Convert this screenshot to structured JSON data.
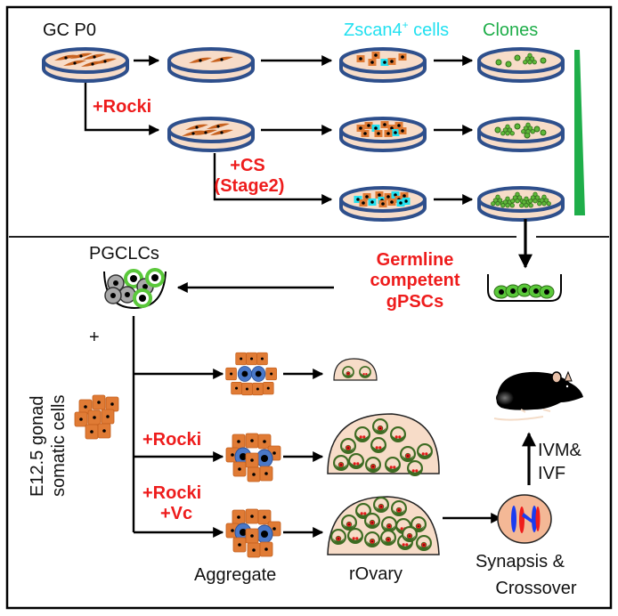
{
  "figure": {
    "type": "schematic",
    "top_panel": {
      "start_label": "GC P0",
      "column_headers": {
        "zscan4": {
          "text": "Zscan4",
          "superscript": "+",
          "suffix": " cells",
          "color": "#22e0f0"
        },
        "clones": {
          "text": "Clones",
          "color": "#1fae4a"
        }
      },
      "treatments": [
        {
          "label": "+Rocki",
          "color": "#ee1c1c"
        },
        {
          "label_lines": [
            "+CS",
            "(Stage2)"
          ],
          "color": "#ee1c1c"
        }
      ],
      "rows": [
        {
          "name": "baseline",
          "zscan4_cells": 1,
          "clone_clusters": 1
        },
        {
          "name": "rocki",
          "zscan4_cells": 2,
          "clone_clusters": 2
        },
        {
          "name": "rocki-cs",
          "zscan4_cells": 6,
          "clone_clusters": 5
        }
      ],
      "gradient_color": "#1fae4a"
    },
    "bottom_panel": {
      "pgclc_label": "PGCLCs",
      "gpsc_label_lines": [
        "Germline",
        "competent",
        "gPSCs"
      ],
      "plus_sign": "+",
      "somatic_label_lines": [
        "E12.5 gonad",
        "somatic cells"
      ],
      "conditions": [
        {
          "label_lines": []
        },
        {
          "label_lines": [
            "+Rocki"
          ]
        },
        {
          "label_lines": [
            "+Rocki",
            "+Vc"
          ]
        }
      ],
      "aggregate_label": "Aggregate",
      "rovary_label": "rOvary",
      "synapsis_label_lines": [
        "Synapsis &",
        "Crossover"
      ],
      "ivm_label_lines": [
        "IVM&",
        "IVF"
      ],
      "end_icon": "mouse-icon"
    },
    "colors": {
      "dish_rim": "#2e4f8c",
      "dish_fill": "#f7dcc8",
      "somatic_cell": "#e07b35",
      "germ_cell_blue": "#4a78c8",
      "oocyte_green": "#3d6b22",
      "oocyte_red": "#e21a1a",
      "label_red": "#ee1c1c"
    }
  }
}
